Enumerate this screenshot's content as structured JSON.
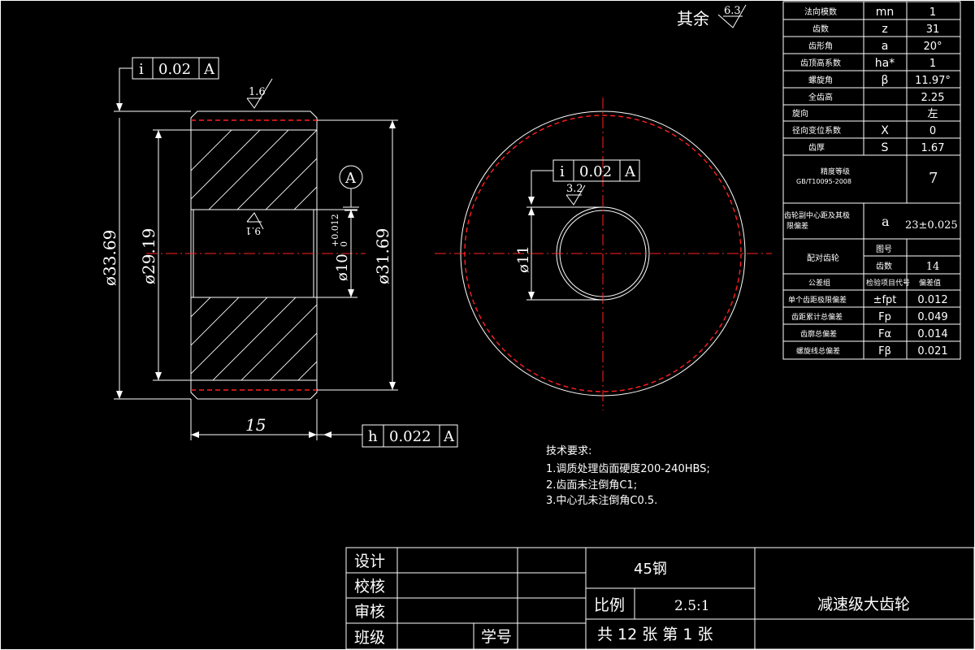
{
  "surface_note": {
    "label": "其余",
    "value": "6.3"
  },
  "left_view": {
    "tol_top": {
      "sym": "i",
      "value": "0.02",
      "datum": "A"
    },
    "tol_bottom": {
      "sym": "h",
      "value": "0.022",
      "datum": "A"
    },
    "rough_top": "1.6",
    "rough_inner": "9.1",
    "datum_label": "A",
    "dim_outer": "ø33.69",
    "dim_root": "ø29.19",
    "dim_pitch": "ø31.69",
    "dim_bore": "ø10",
    "dim_bore_tol_upper": "+0.012",
    "dim_bore_tol_lower": "0",
    "dim_width": "15"
  },
  "right_view": {
    "tol": {
      "sym": "i",
      "value": "0.02",
      "datum": "A"
    },
    "rough": "3.2",
    "dim_bore": "ø11"
  },
  "param_table": {
    "rows": [
      {
        "name": "法向模数",
        "sym": "mn",
        "val": "1"
      },
      {
        "name": "齿数",
        "sym": "z",
        "val": "31"
      },
      {
        "name": "齿形角",
        "sym": "a",
        "val": "20°"
      },
      {
        "name": "齿顶高系数",
        "sym": "ha*",
        "val": "1"
      },
      {
        "name": "螺旋角",
        "sym": "β",
        "val": "11.97°"
      },
      {
        "name": "全齿高",
        "sym": "",
        "val": "2.25"
      },
      {
        "name": "旋向",
        "sym": "",
        "val": "左"
      },
      {
        "name": "径向变位系数",
        "sym": "X",
        "val": "0"
      },
      {
        "name": "齿厚",
        "sym": "S",
        "val": "1.67"
      }
    ],
    "precision_label": "精度等级",
    "precision_std": "GB/T10095-2008",
    "precision_val": "7",
    "center_label1": "齿轮副中心距及其极",
    "center_label2": "限偏差",
    "center_sym": "a",
    "center_val": "23±0.025",
    "mate_label": "配对齿轮",
    "mate_rows": [
      {
        "k": "图号",
        "v": ""
      },
      {
        "k": "齿数",
        "v": "14"
      }
    ],
    "header": {
      "c1": "公差组",
      "c2": "检验项目代号",
      "c3": "偏差值"
    },
    "dev_rows": [
      {
        "name": "单个齿距极限偏差",
        "sym": "±fpt",
        "val": "0.012"
      },
      {
        "name": "齿距累计总偏差",
        "sym": "Fp",
        "val": "0.049"
      },
      {
        "name": "齿廓总偏差",
        "sym": "Fα",
        "val": "0.014"
      },
      {
        "name": "螺旋线总偏差",
        "sym": "Fβ",
        "val": "0.021"
      }
    ]
  },
  "tech_req": {
    "title": "技术要求:",
    "items": [
      "1.调质处理齿面硬度200-240HBS;",
      "2.齿面未注倒角C1;",
      "3.中心孔未注倒角C0.5."
    ]
  },
  "title_block": {
    "design": "设计",
    "check": "校核",
    "review": "审核",
    "class": "班级",
    "student_no": "学号",
    "material": "45钢",
    "scale_label": "比例",
    "scale_val": "2.5:1",
    "sheets": "共 12 张 第 1 张",
    "part_name": "减速级大齿轮"
  }
}
